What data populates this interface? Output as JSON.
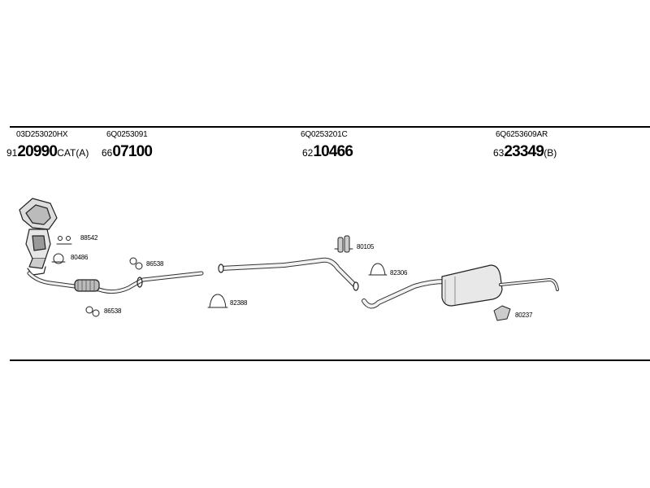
{
  "oe_numbers": [
    "03D253020HX",
    "6Q0253091",
    "6Q0253201C",
    "6Q6253609AR"
  ],
  "part_numbers": [
    {
      "prefix": "91",
      "main": "20990",
      "suffix": "CAT(A)"
    },
    {
      "prefix": "66",
      "main": "07100",
      "suffix": ""
    },
    {
      "prefix": "62",
      "main": "10466",
      "suffix": ""
    },
    {
      "prefix": "63",
      "main": "23349",
      "suffix": "(B)"
    }
  ],
  "accessory_labels": {
    "a1": "88542",
    "a2": "80486",
    "a3": "86538",
    "a4": "86538",
    "a5": "82388",
    "a6": "80105",
    "a7": "82306",
    "a8": "80237"
  }
}
